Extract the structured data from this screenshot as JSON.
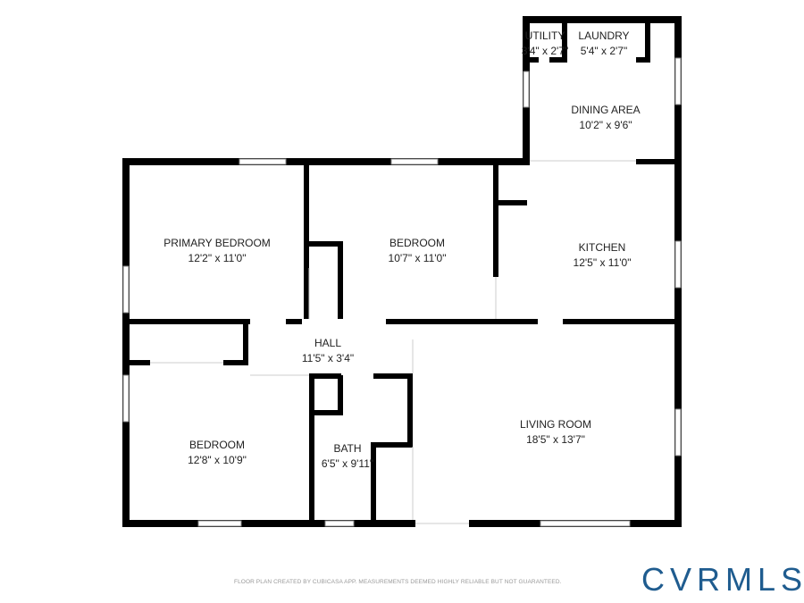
{
  "rooms": [
    {
      "name": "UTILITY",
      "size": "3'4\" x 2'7\""
    },
    {
      "name": "LAUNDRY",
      "size": "5'4\" x 2'7\""
    },
    {
      "name": "DINING AREA",
      "size": "10'2\" x 9'6\""
    },
    {
      "name": "PRIMARY BEDROOM",
      "size": "12'2\" x 11'0\""
    },
    {
      "name": "BEDROOM",
      "size": "10'7\" x 11'0\""
    },
    {
      "name": "KITCHEN",
      "size": "12'5\" x 11'0\""
    },
    {
      "name": "HALL",
      "size": "11'5\" x 3'4\""
    },
    {
      "name": "BEDROOM",
      "size": "12'8\" x 10'9\""
    },
    {
      "name": "BATH",
      "size": "6'5\" x 9'11\""
    },
    {
      "name": "LIVING ROOM",
      "size": "18'5\" x 13'7\""
    }
  ],
  "footer_note": "FLOOR PLAN CREATED BY CUBICASA APP. MEASUREMENTS DEEMED HIGHLY RELIABLE BUT NOT GUARANTEED.",
  "logo_text": "CVRMLS",
  "colors": {
    "wall": "#000000",
    "logo": "#1f5c8f"
  }
}
